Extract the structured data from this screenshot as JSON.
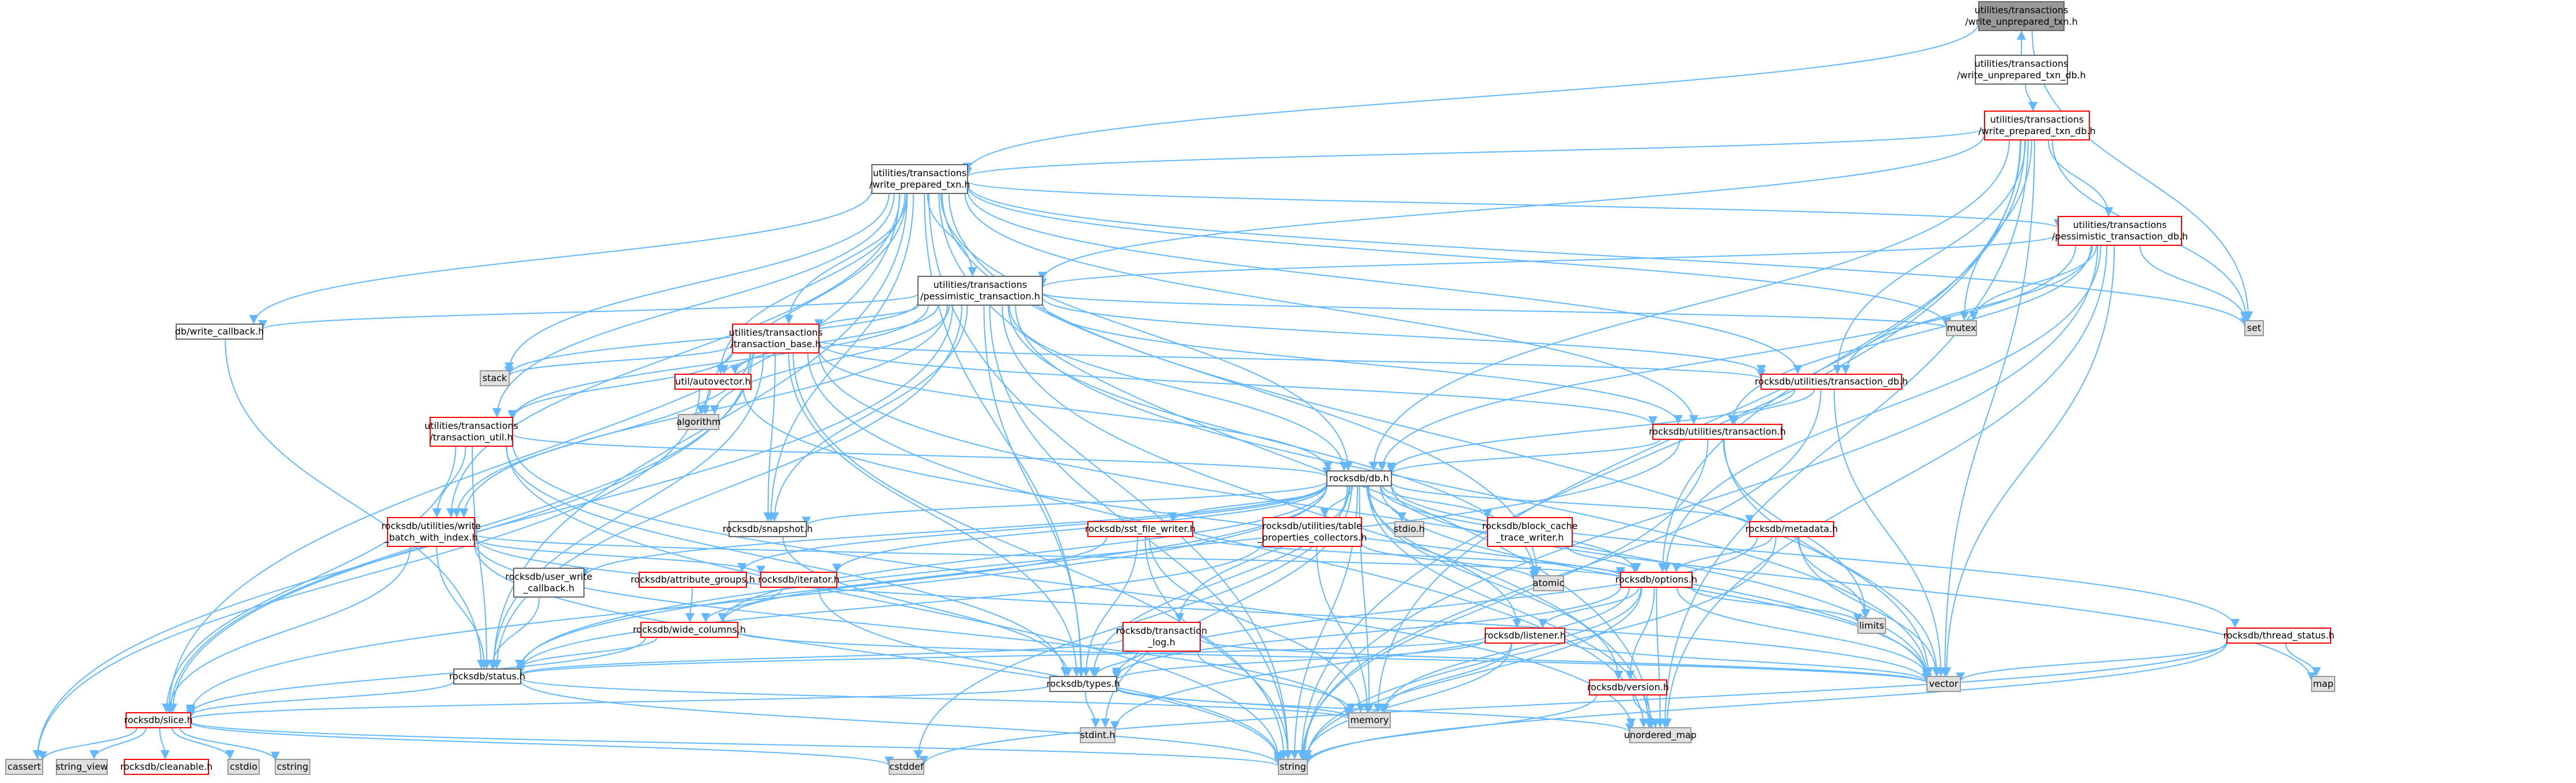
{
  "colors": {
    "edge": "#63b8ff",
    "ext_fill": "#e0e0e0",
    "ext_stroke": "#999999",
    "red_stroke": "#ff0000",
    "doc_stroke": "#666666",
    "root_fill": "#999999"
  },
  "nodes": [
    {
      "id": "root",
      "lines": [
        "utilities/transactions",
        "/write_unprepared_txn.h"
      ],
      "kind": "root"
    },
    {
      "id": "wutxndb",
      "lines": [
        "utilities/transactions",
        "/write_unprepared_txn_db.h"
      ],
      "kind": "doc"
    },
    {
      "id": "wptxndb",
      "lines": [
        "utilities/transactions",
        "/write_prepared_txn_db.h"
      ],
      "kind": "red"
    },
    {
      "id": "wptxn",
      "lines": [
        "utilities/transactions",
        "/write_prepared_txn.h"
      ],
      "kind": "doc"
    },
    {
      "id": "ptxndb",
      "lines": [
        "utilities/transactions",
        "/pessimistic_transaction_db.h"
      ],
      "kind": "red"
    },
    {
      "id": "ptxn",
      "lines": [
        "utilities/transactions",
        "/pessimistic_transaction.h"
      ],
      "kind": "doc"
    },
    {
      "id": "set",
      "lines": [
        "set"
      ],
      "kind": "ext"
    },
    {
      "id": "mutex",
      "lines": [
        "mutex"
      ],
      "kind": "ext"
    },
    {
      "id": "dbwcb",
      "lines": [
        "db/write_callback.h"
      ],
      "kind": "doc"
    },
    {
      "id": "tbase",
      "lines": [
        "utilities/transactions",
        "/transaction_base.h"
      ],
      "kind": "red"
    },
    {
      "id": "stack",
      "lines": [
        "stack"
      ],
      "kind": "ext"
    },
    {
      "id": "autovec",
      "lines": [
        "util/autovector.h"
      ],
      "kind": "red"
    },
    {
      "id": "algorithm",
      "lines": [
        "algorithm"
      ],
      "kind": "ext"
    },
    {
      "id": "utxndb",
      "lines": [
        "rocksdb/utilities/transaction_db.h"
      ],
      "kind": "red"
    },
    {
      "id": "utxn",
      "lines": [
        "rocksdb/utilities/transaction.h"
      ],
      "kind": "red"
    },
    {
      "id": "tutil",
      "lines": [
        "utilities/transactions",
        "/transaction_util.h"
      ],
      "kind": "red"
    },
    {
      "id": "dbh",
      "lines": [
        "rocksdb/db.h"
      ],
      "kind": "doc"
    },
    {
      "id": "wbwi",
      "lines": [
        "rocksdb/utilities/write",
        "_batch_with_index.h"
      ],
      "kind": "red"
    },
    {
      "id": "snapshot",
      "lines": [
        "rocksdb/snapshot.h"
      ],
      "kind": "doc"
    },
    {
      "id": "sstw",
      "lines": [
        "rocksdb/sst_file_writer.h"
      ],
      "kind": "red"
    },
    {
      "id": "tpc",
      "lines": [
        "rocksdb/utilities/table",
        "_properties_collectors.h"
      ],
      "kind": "red"
    },
    {
      "id": "stdioh",
      "lines": [
        "stdio.h"
      ],
      "kind": "ext"
    },
    {
      "id": "bctw",
      "lines": [
        "rocksdb/block_cache",
        "_trace_writer.h"
      ],
      "kind": "red"
    },
    {
      "id": "metadata",
      "lines": [
        "rocksdb/metadata.h"
      ],
      "kind": "red"
    },
    {
      "id": "uwcb",
      "lines": [
        "rocksdb/user_write",
        "_callback.h"
      ],
      "kind": "doc"
    },
    {
      "id": "attrg",
      "lines": [
        "rocksdb/attribute_groups.h"
      ],
      "kind": "red"
    },
    {
      "id": "iter",
      "lines": [
        "rocksdb/iterator.h"
      ],
      "kind": "red"
    },
    {
      "id": "atomic",
      "lines": [
        "atomic"
      ],
      "kind": "ext"
    },
    {
      "id": "options",
      "lines": [
        "rocksdb/options.h"
      ],
      "kind": "red"
    },
    {
      "id": "limits",
      "lines": [
        "limits"
      ],
      "kind": "ext"
    },
    {
      "id": "widecol",
      "lines": [
        "rocksdb/wide_columns.h"
      ],
      "kind": "red"
    },
    {
      "id": "tlog",
      "lines": [
        "rocksdb/transaction",
        "_log.h"
      ],
      "kind": "red"
    },
    {
      "id": "listener",
      "lines": [
        "rocksdb/listener.h"
      ],
      "kind": "red"
    },
    {
      "id": "tstatus",
      "lines": [
        "rocksdb/thread_status.h"
      ],
      "kind": "red"
    },
    {
      "id": "status",
      "lines": [
        "rocksdb/status.h"
      ],
      "kind": "doc"
    },
    {
      "id": "types",
      "lines": [
        "rocksdb/types.h"
      ],
      "kind": "doc"
    },
    {
      "id": "version",
      "lines": [
        "rocksdb/version.h"
      ],
      "kind": "red"
    },
    {
      "id": "vector",
      "lines": [
        "vector"
      ],
      "kind": "ext"
    },
    {
      "id": "map",
      "lines": [
        "map"
      ],
      "kind": "ext"
    },
    {
      "id": "slice",
      "lines": [
        "rocksdb/slice.h"
      ],
      "kind": "red"
    },
    {
      "id": "memory",
      "lines": [
        "memory"
      ],
      "kind": "ext"
    },
    {
      "id": "stdint",
      "lines": [
        "stdint.h"
      ],
      "kind": "ext"
    },
    {
      "id": "umap",
      "lines": [
        "unordered_map"
      ],
      "kind": "ext"
    },
    {
      "id": "cassert",
      "lines": [
        "cassert"
      ],
      "kind": "ext"
    },
    {
      "id": "strview",
      "lines": [
        "string_view"
      ],
      "kind": "ext"
    },
    {
      "id": "cleanable",
      "lines": [
        "rocksdb/cleanable.h"
      ],
      "kind": "red"
    },
    {
      "id": "cstdio",
      "lines": [
        "cstdio"
      ],
      "kind": "ext"
    },
    {
      "id": "cstring",
      "lines": [
        "cstring"
      ],
      "kind": "ext"
    },
    {
      "id": "cstddef",
      "lines": [
        "cstddef"
      ],
      "kind": "ext"
    },
    {
      "id": "string",
      "lines": [
        "string"
      ],
      "kind": "ext"
    }
  ]
}
